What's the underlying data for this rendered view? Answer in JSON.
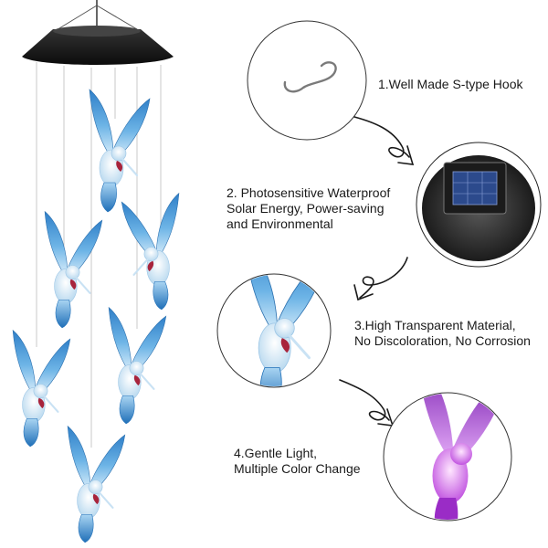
{
  "features": [
    {
      "lines": [
        "1.Well Made S-type Hook"
      ]
    },
    {
      "lines": [
        "2. Photosensitive Waterproof",
        "Solar Energy, Power-saving",
        "and Environmental"
      ]
    },
    {
      "lines": [
        "3.High Transparent Material,",
        "No Discoloration, No Corrosion"
      ]
    },
    {
      "lines": [
        "4.Gentle Light,",
        "Multiple Color Change"
      ]
    }
  ],
  "colors": {
    "bird_blue": "#3a8fd0",
    "bird_light": "#cfe6f7",
    "bird_throat": "#a8243c",
    "glow_purple": "#a33ad0",
    "solar_cap": "#1b1b1b",
    "circle_stroke": "#333333"
  },
  "icons": [
    "s-hook-icon",
    "solar-panel-icon",
    "hummingbird-icon",
    "curved-arrow-icon"
  ]
}
